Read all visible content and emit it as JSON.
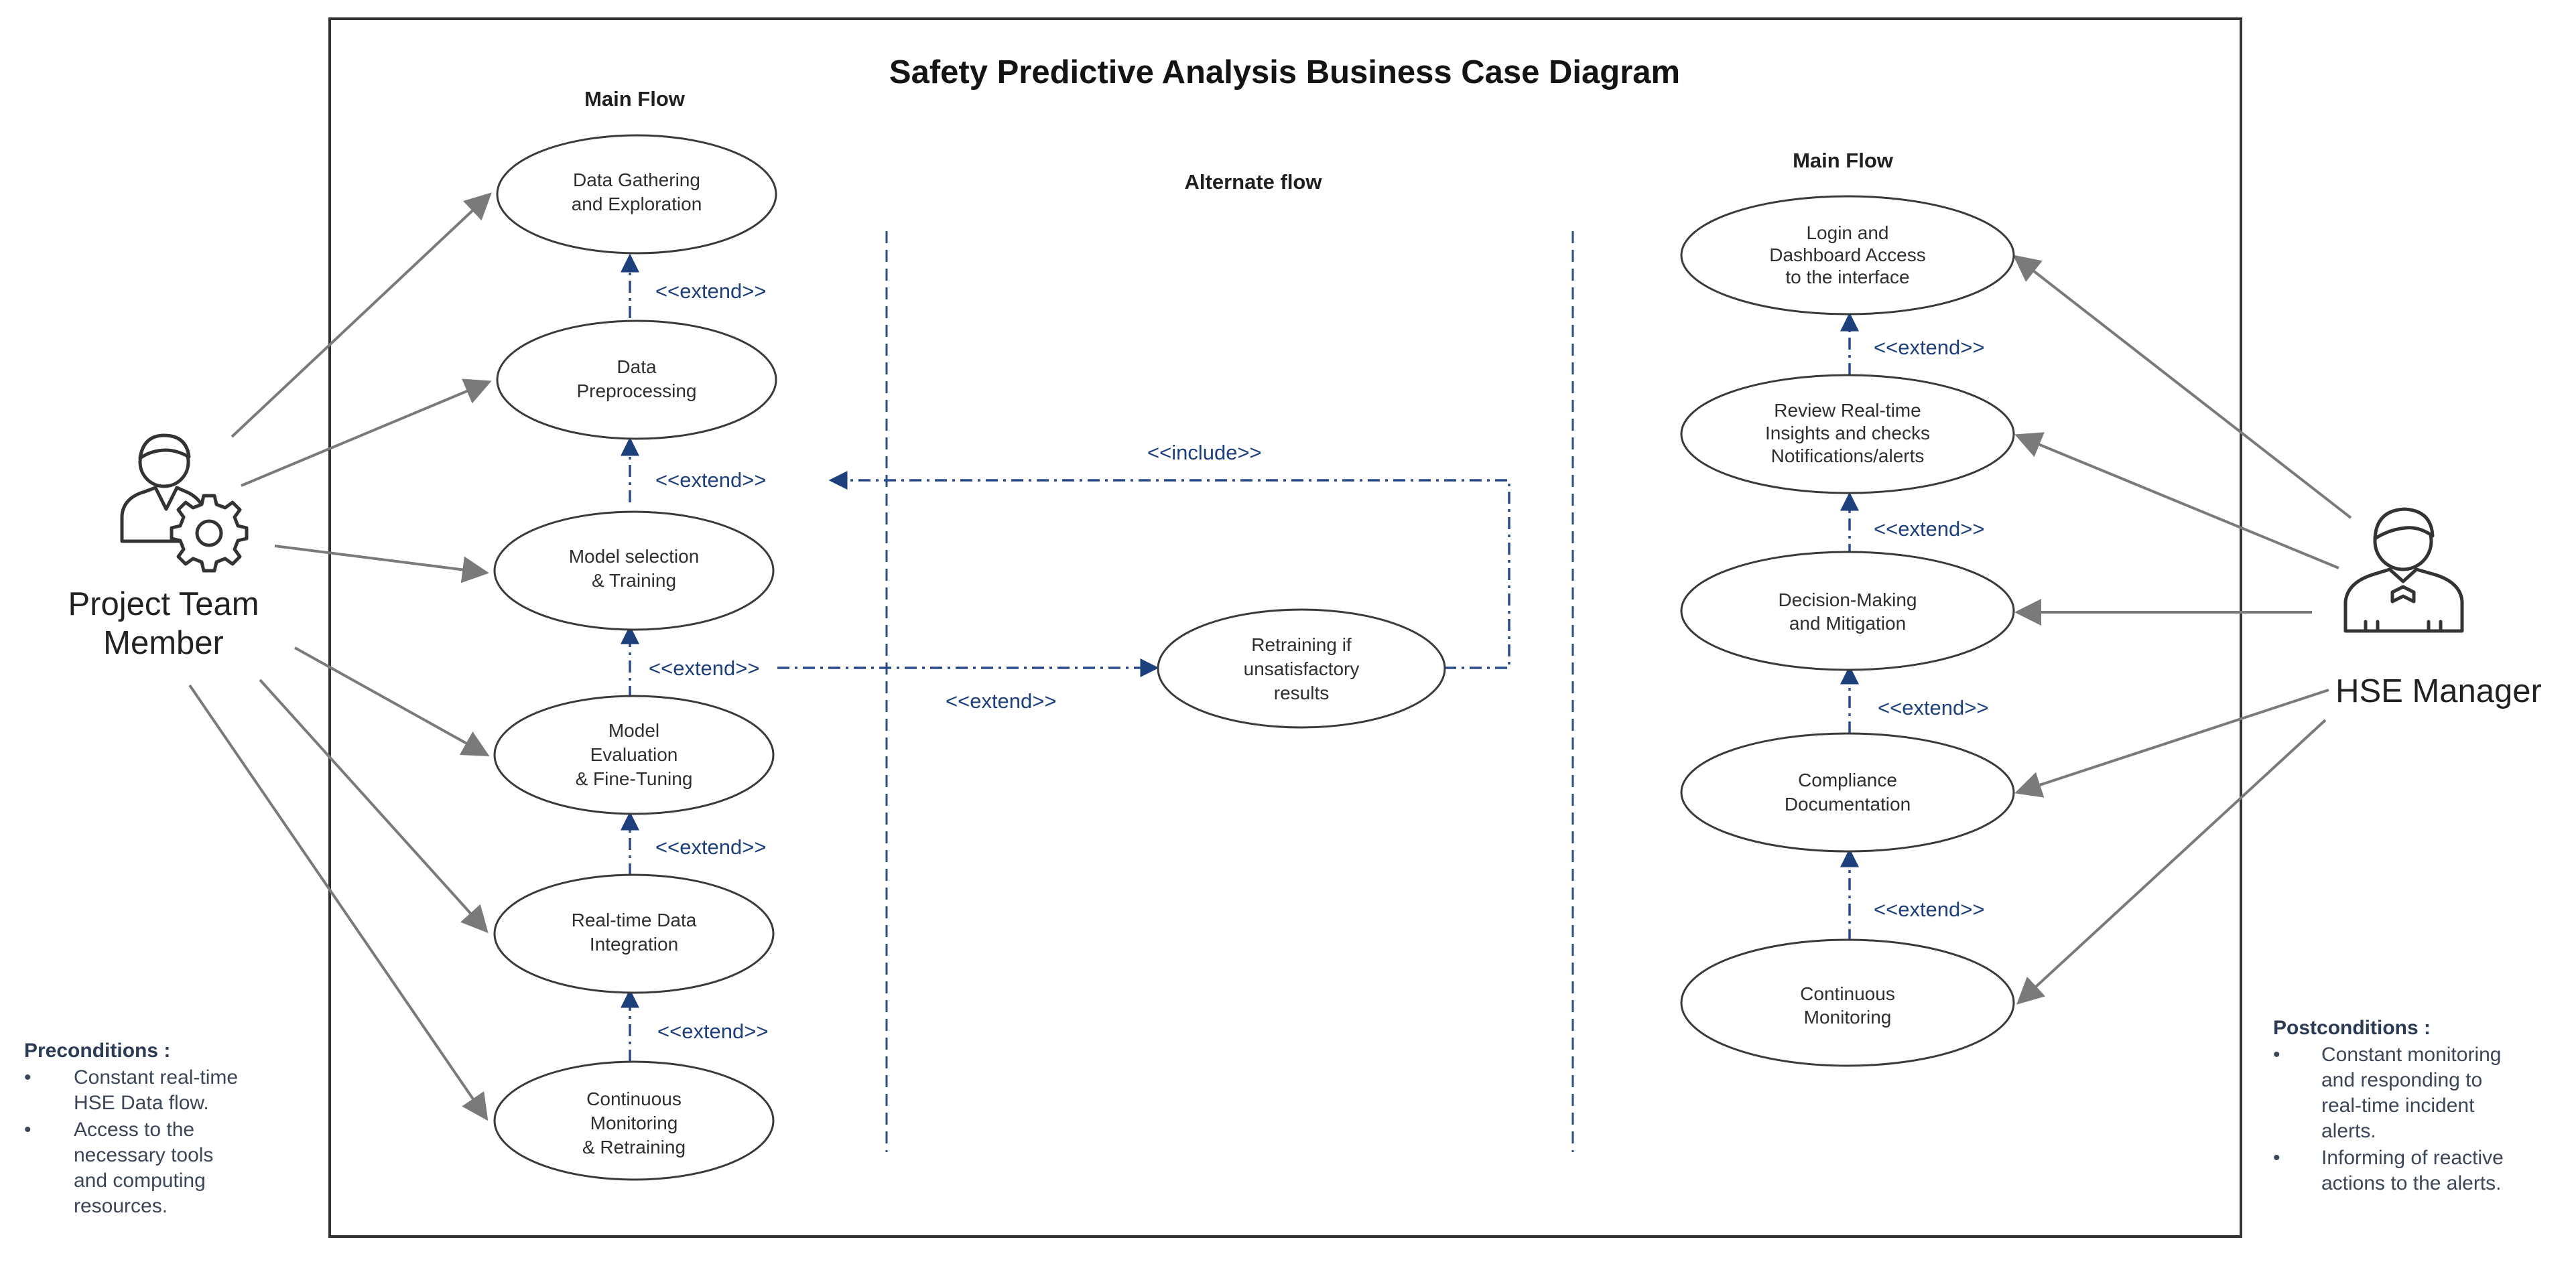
{
  "title": "Safety Predictive Analysis Business Case Diagram",
  "headings": {
    "left_main_flow": "Main Flow",
    "alternate_flow": "Alternate flow",
    "right_main_flow": "Main Flow"
  },
  "actors": {
    "project_team": {
      "icon": "engineer-gear-icon",
      "lines": [
        "Project Team",
        "Member"
      ]
    },
    "hse_manager": {
      "icon": "manager-icon",
      "lines": [
        "HSE Manager"
      ]
    }
  },
  "left_use_cases": [
    {
      "lines": [
        "Data Gathering",
        "and Exploration"
      ]
    },
    {
      "lines": [
        "Data",
        "Preprocessing"
      ]
    },
    {
      "lines": [
        "Model selection",
        "& Training"
      ]
    },
    {
      "lines": [
        "Model",
        "Evaluation",
        "& Fine-Tuning"
      ]
    },
    {
      "lines": [
        "Real-time Data",
        "Integration"
      ]
    },
    {
      "lines": [
        "Continuous",
        "Monitoring",
        "& Retraining"
      ]
    }
  ],
  "alternate_use_case": {
    "lines": [
      "Retraining if",
      "unsatisfactory",
      "results"
    ]
  },
  "right_use_cases": [
    {
      "lines": [
        "Login and",
        "Dashboard Access",
        "to the interface"
      ]
    },
    {
      "lines": [
        "Review Real-time",
        "Insights and checks",
        "Notifications/alerts"
      ]
    },
    {
      "lines": [
        "Decision-Making",
        "and Mitigation"
      ]
    },
    {
      "lines": [
        "Compliance",
        "Documentation"
      ]
    },
    {
      "lines": [
        "Continuous",
        "Monitoring"
      ]
    }
  ],
  "relation_labels": {
    "extend": "<<extend>>",
    "include": "<<include>>"
  },
  "preconditions": {
    "heading": "Preconditions :",
    "items": [
      [
        "Constant real-time",
        "HSE Data flow."
      ],
      [
        "Access to the",
        "necessary tools",
        "and computing",
        "resources."
      ]
    ]
  },
  "postconditions": {
    "heading": "Postconditions :",
    "items": [
      [
        "Constant monitoring",
        "and responding to",
        "real-time incident",
        "alerts."
      ],
      [
        "Informing of reactive",
        "actions to the alerts."
      ]
    ]
  },
  "colors": {
    "relation": "#2a4a8c",
    "association": "#7a7a7a",
    "label": "#1d3f7c"
  }
}
